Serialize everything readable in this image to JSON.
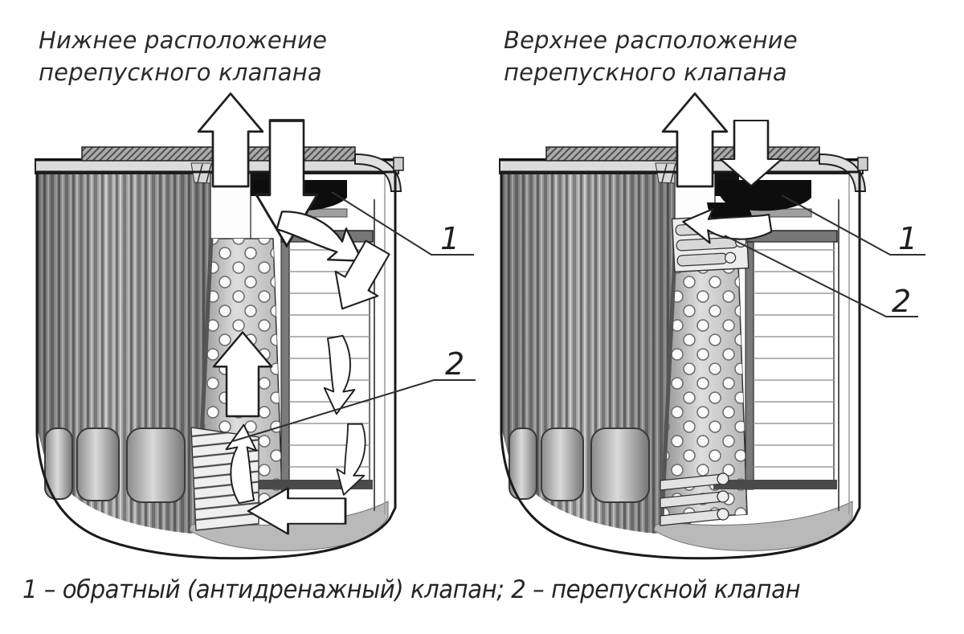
{
  "page": {
    "background": "#ffffff"
  },
  "left_diagram": {
    "title_line1": "Нижнее расположение",
    "title_line2": "перепускного клапана",
    "callout_check_valve": "1",
    "callout_bypass_valve": "2"
  },
  "right_diagram": {
    "title_line1": "Верхнее расположение",
    "title_line2": "перепускного клапана",
    "callout_check_valve": "1",
    "callout_bypass_valve": "2"
  },
  "caption": "1 – обратный (антидренажный) клапан; 2 – перепускной клапан",
  "colors": {
    "ink": "#222222",
    "valve_black": "#0d0d0d",
    "paper": "#ffffff",
    "pencil_gray": "#a9a9a9"
  }
}
